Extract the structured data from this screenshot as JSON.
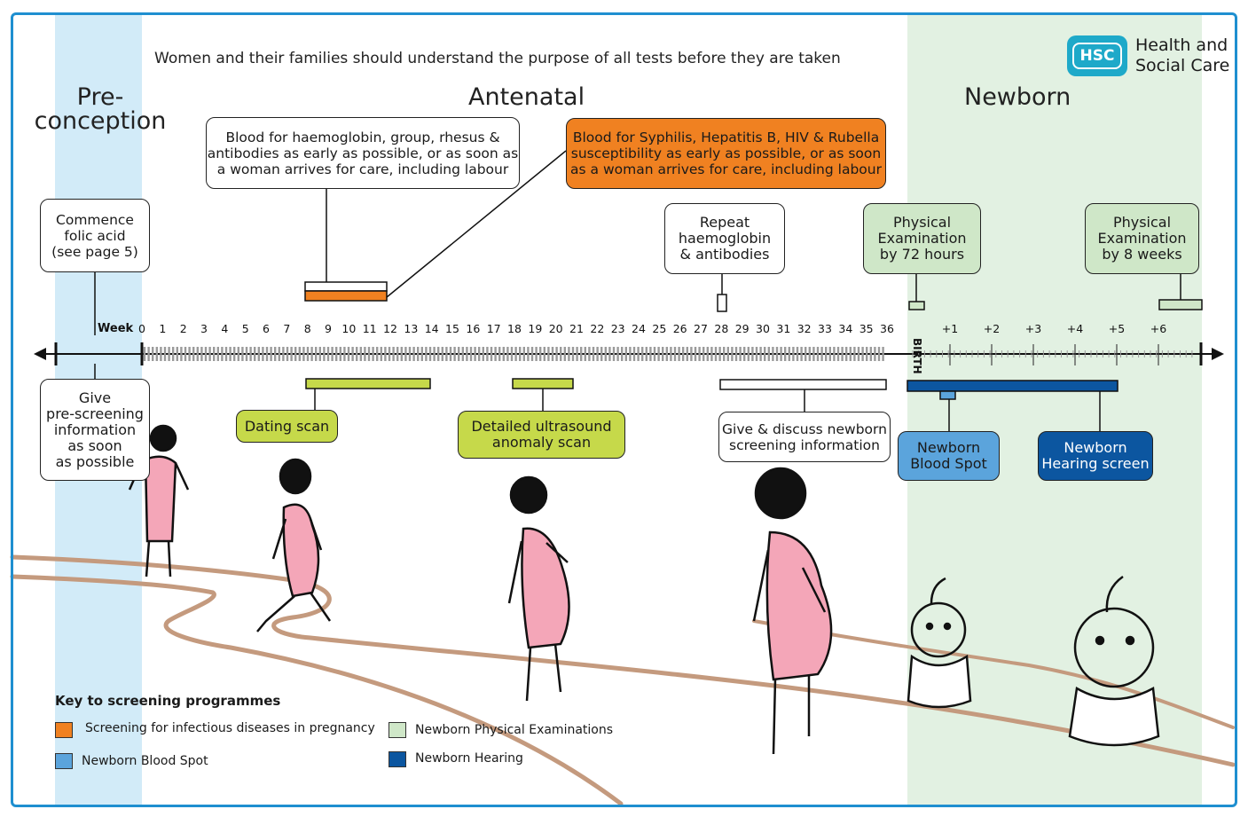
{
  "header": {
    "intro": "Women and their families should understand the purpose of all tests before they are taken",
    "logo_mark": "HSC",
    "logo_line1": "Health and",
    "logo_line2": "Social Care"
  },
  "sections": {
    "pre_line1": "Pre-",
    "pre_line2": "conception",
    "antenatal": "Antenatal",
    "newborn": "Newborn"
  },
  "timeline": {
    "week_label": "Week",
    "weeks": [
      "0",
      "1",
      "2",
      "3",
      "4",
      "5",
      "6",
      "7",
      "8",
      "9",
      "10",
      "11",
      "12",
      "13",
      "14",
      "15",
      "16",
      "17",
      "18",
      "19",
      "20",
      "21",
      "22",
      "23",
      "24",
      "25",
      "26",
      "27",
      "28",
      "29",
      "30",
      "31",
      "32",
      "33",
      "34",
      "35",
      "36"
    ],
    "birth_label": "BIRTH",
    "newborn_weeks": [
      "+1",
      "+2",
      "+3",
      "+4",
      "+5",
      "+6"
    ]
  },
  "callouts": {
    "blood_group": [
      "Blood for haemoglobin, group,  rhesus &",
      "antibodies as early as possible, or as soon as",
      "a woman arrives for care, including labour"
    ],
    "infectious": [
      "Blood for Syphilis, Hepatitis B, HIV & Rubella",
      "susceptibility as early as possible, or as soon",
      "as a woman arrives for care, including labour"
    ],
    "folic": [
      "Commence",
      "folic acid",
      "(see page 5)"
    ],
    "repeat": [
      "Repeat",
      "haemoglobin",
      "& antibodies"
    ],
    "exam72": [
      "Physical",
      "Examination",
      "by 72 hours"
    ],
    "exam8wk": [
      "Physical",
      "Examination",
      "by 8 weeks"
    ],
    "prescreen": [
      "Give",
      "pre-screening",
      "information",
      "as soon",
      "as possible"
    ],
    "dating": "Dating scan",
    "anomaly": [
      "Detailed ultrasound",
      "anomaly scan"
    ],
    "newborn_info": [
      "Give & discuss newborn",
      "screening information"
    ],
    "blood_spot": [
      "Newborn",
      "Blood Spot"
    ],
    "hearing": [
      "Newborn",
      "Hearing screen"
    ]
  },
  "key": {
    "title": "Key to screening programmes",
    "items": [
      {
        "label": "Screening for infectious diseases in pregnancy",
        "color": "#f08121"
      },
      {
        "label": "Newborn Blood Spot",
        "color": "#5ba4dc"
      },
      {
        "label": "Newborn Physical Examinations",
        "color": "#cfe7c8"
      },
      {
        "label": "Newborn Hearing",
        "color": "#0c56a0"
      }
    ]
  },
  "colors": {
    "frame": "#1f8fd0",
    "preconception_band": "#d2ebf8",
    "newborn_band": "#e2f1e2",
    "scan_green": "#c6d94a",
    "path_brown": "#c49a7e"
  }
}
